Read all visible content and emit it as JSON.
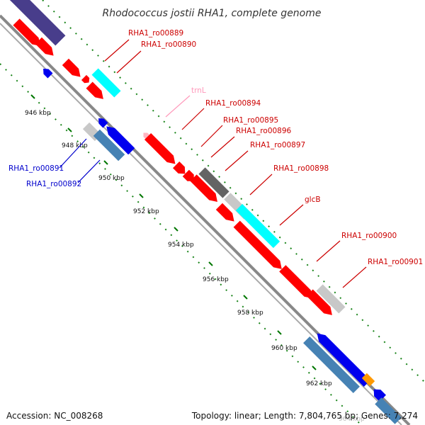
{
  "title": "Rhodococcus jostii RHA1, complete genome",
  "accession_text": "Accession: NC_008268",
  "topology_text": "Topology: linear; Length: 7,804,765 bp; Genes: 7,274",
  "colors": {
    "forward_red": "#ff0000",
    "reverse_blue": "#0000ee",
    "steel_blue": "#4682b4",
    "cyan": "#00ffff",
    "light_gray": "#c8c8c8",
    "dark_gray": "#646464",
    "dark_slate_blue": "#483d8b",
    "pink": "#ffb6c1",
    "orange": "#ff9900",
    "label_red": "#cc0000",
    "label_blue": "#0000cc",
    "label_pink": "#ff99bb",
    "tick_green": "#007700",
    "backbone_gray": "#888888"
  },
  "kbp_ticks": [
    {
      "label": "946 kbp"
    },
    {
      "label": "948 kbp"
    },
    {
      "label": "950 kbp"
    },
    {
      "label": "952 kbp"
    },
    {
      "label": "954 kbp"
    },
    {
      "label": "956 kbp"
    },
    {
      "label": "958 kbp"
    },
    {
      "label": "960 kbp"
    },
    {
      "label": "962 kbp"
    },
    {
      "label": "964 kbp"
    }
  ],
  "gene_labels": [
    {
      "text": "RHA1_ro00889"
    },
    {
      "text": "RHA1_ro00890"
    },
    {
      "text": "trnL"
    },
    {
      "text": "RHA1_ro00894"
    },
    {
      "text": "RHA1_ro00895"
    },
    {
      "text": "RHA1_ro00896"
    },
    {
      "text": "RHA1_ro00897"
    },
    {
      "text": "RHA1_ro00898"
    },
    {
      "text": "glcB"
    },
    {
      "text": "RHA1_ro00900"
    },
    {
      "text": "RHA1_ro00901"
    },
    {
      "text": "RHA1_ro00891"
    },
    {
      "text": "RHA1_ro00892"
    }
  ]
}
